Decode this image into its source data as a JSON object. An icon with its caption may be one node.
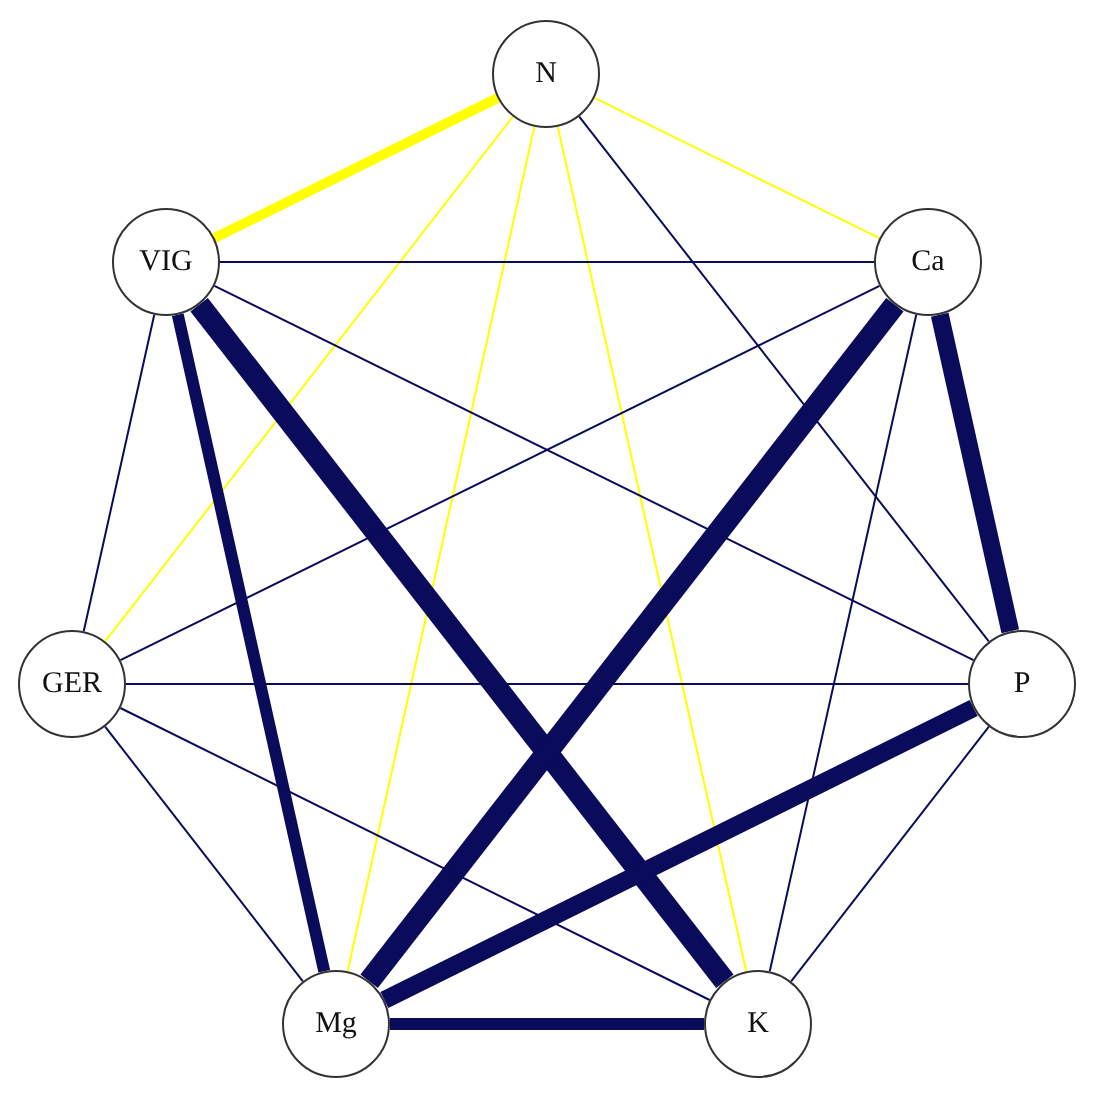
{
  "diagram": {
    "nodes": [
      {
        "text": [
          "N"
        ]
      },
      {
        "text": [
          "VIG"
        ]
      },
      {
        "text": [
          "Ca"
        ]
      },
      {
        "text": [
          "GER"
        ]
      },
      {
        "text": [
          "P"
        ]
      },
      {
        "text": [
          "Mg"
        ]
      },
      {
        "text": [
          "K"
        ]
      }
    ],
    "edges": [
      {
        "from": 0,
        "to": 1,
        "arrow": "none",
        "style": "thick",
        "color": "#ffff00"
      },
      {
        "from": 0,
        "to": 2,
        "arrow": "none",
        "color": "#ffff00"
      },
      {
        "from": 0,
        "to": 3,
        "arrow": "none",
        "color": "#ffff00"
      },
      {
        "from": 0,
        "to": 5,
        "arrow": "none",
        "color": "#ffff00"
      },
      {
        "from": 0,
        "to": 6,
        "arrow": "none",
        "color": "#ffff00"
      },
      {
        "from": 0,
        "to": 4,
        "arrow": "none"
      },
      {
        "from": 1,
        "to": 2,
        "arrow": "none"
      },
      {
        "from": 1,
        "to": 3,
        "arrow": "none"
      },
      {
        "from": 1,
        "to": 5,
        "arrow": "none",
        "style": "thick"
      },
      {
        "from": 1,
        "to": 6,
        "arrow": "none",
        "style": "thick"
      },
      {
        "from": 1,
        "to": 4,
        "arrow": "none"
      },
      {
        "from": 2,
        "to": 3,
        "arrow": "none"
      },
      {
        "from": 2,
        "to": 5,
        "arrow": "none",
        "style": "thick"
      },
      {
        "from": 2,
        "to": 4,
        "arrow": "none",
        "style": "thick"
      },
      {
        "from": 2,
        "to": 6,
        "arrow": "none"
      },
      {
        "from": 3,
        "to": 4,
        "arrow": "none"
      },
      {
        "from": 3,
        "to": 5,
        "arrow": "none"
      },
      {
        "from": 3,
        "to": 6,
        "arrow": "none"
      },
      {
        "from": 4,
        "to": 5,
        "arrow": "none",
        "style": "thick"
      },
      {
        "from": 4,
        "to": 6,
        "arrow": "none"
      },
      {
        "from": 5,
        "to": 6,
        "arrow": "none",
        "style": "thick"
      }
    ]
  }
}
